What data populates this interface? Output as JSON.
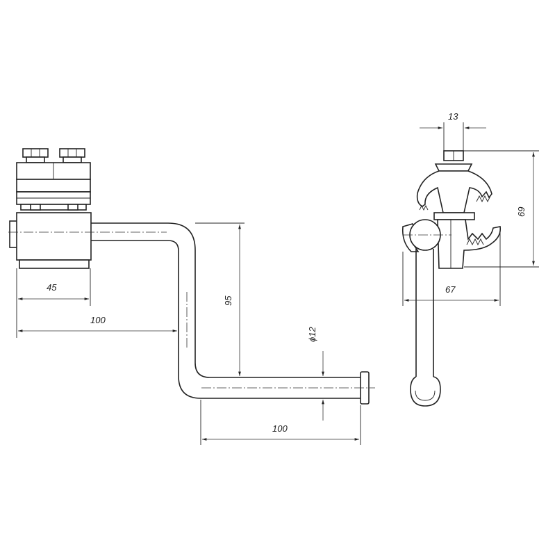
{
  "dimensions": {
    "front_clamp_width": "45",
    "front_offset_top": "100",
    "front_vertical_drop": "95",
    "rod_diameter": "ϕ12",
    "front_lower_length": "100",
    "side_bolt_width": "13",
    "side_height": "69",
    "side_width": "67"
  }
}
